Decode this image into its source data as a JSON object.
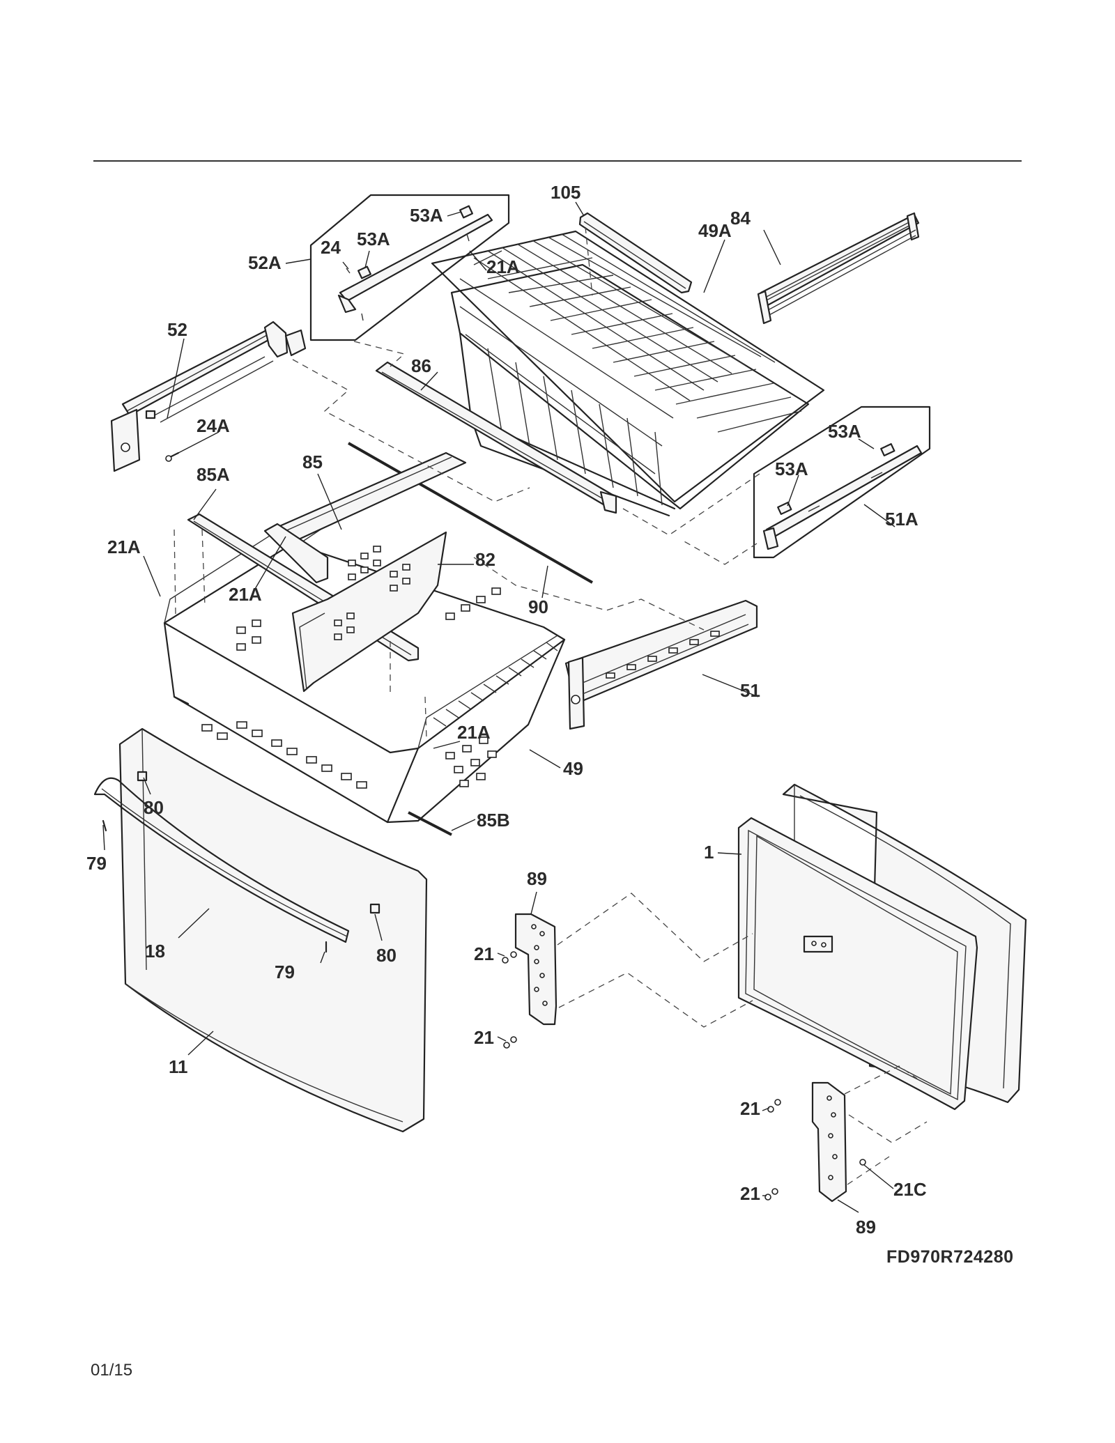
{
  "model_number": "FD970R724280",
  "revision_date": "01/15",
  "callouts": {
    "c105": "105",
    "c53a_top": "53A",
    "c24": "24",
    "c53a_mid": "53A",
    "c52a": "52A",
    "c21a_top": "21A",
    "c84": "84",
    "c49a": "49A",
    "c52": "52",
    "c86": "86",
    "c24a": "24A",
    "c53a_right1": "53A",
    "c53a_right2": "53A",
    "c51a": "51A",
    "c85a": "85A",
    "c85": "85",
    "c21a_left": "21A",
    "c82": "82",
    "c21a_inner": "21A",
    "c90": "90",
    "c51": "51",
    "c21a_bottom": "21A",
    "c49": "49",
    "c80_top": "80",
    "c85b": "85B",
    "c79_left": "79",
    "c1": "1",
    "c89_top": "89",
    "c18": "18",
    "c79_bottom": "79",
    "c80_bottom": "80",
    "c21_a": "21",
    "c21_b": "21",
    "c11": "11",
    "c21_c": "21",
    "c21c": "21C",
    "c21_d": "21",
    "c89_bottom": "89"
  }
}
